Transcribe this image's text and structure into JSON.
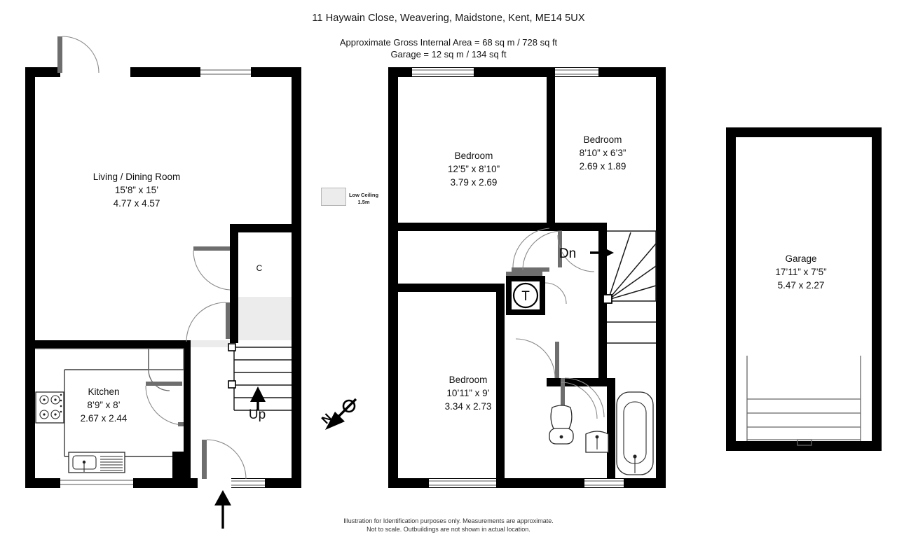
{
  "header": {
    "title": "11 Haywain Close, Weavering, Maidstone, Kent, ME14 5UX",
    "area_line1": "Approximate Gross Internal Area =  68 sq m /  728 sq ft",
    "area_line2": "Garage = 12 sq m / 134 sq ft"
  },
  "legend": {
    "label": "Low Ceiling",
    "value": "1.5m"
  },
  "compass": {
    "label": "N"
  },
  "ground_floor": {
    "rooms": [
      {
        "name": "Living / Dining Room",
        "imperial": "15’8” x 15’",
        "metric": "4.77 x 4.57"
      },
      {
        "name": "Kitchen",
        "imperial": "8’9” x 8’",
        "metric": "2.67 x 2.44"
      }
    ],
    "cupboard_label": "C",
    "stairs_label": "Up"
  },
  "first_floor": {
    "rooms": [
      {
        "name": "Bedroom",
        "imperial": "12’5” x 8’10”",
        "metric": "3.79 x 2.69"
      },
      {
        "name": "Bedroom",
        "imperial": "8’10” x 6’3”",
        "metric": "2.69 x 1.89"
      },
      {
        "name": "Bedroom",
        "imperial": "10’11” x 9’",
        "metric": "3.34 x 2.73"
      }
    ],
    "stairs_label": "Dn",
    "tank_label": "T"
  },
  "garage": {
    "name": "Garage",
    "imperial": "17’11” x 7’5”",
    "metric": "5.47 x 2.27"
  },
  "footer": {
    "line1": "Illustration for Identification purposes only.  Measurements are approximate.",
    "line2": "Not to scale.  Outbuildings are not shown in actual location."
  },
  "colors": {
    "wall": "#000000",
    "low_ceiling": "#ececec",
    "text": "#141414"
  }
}
